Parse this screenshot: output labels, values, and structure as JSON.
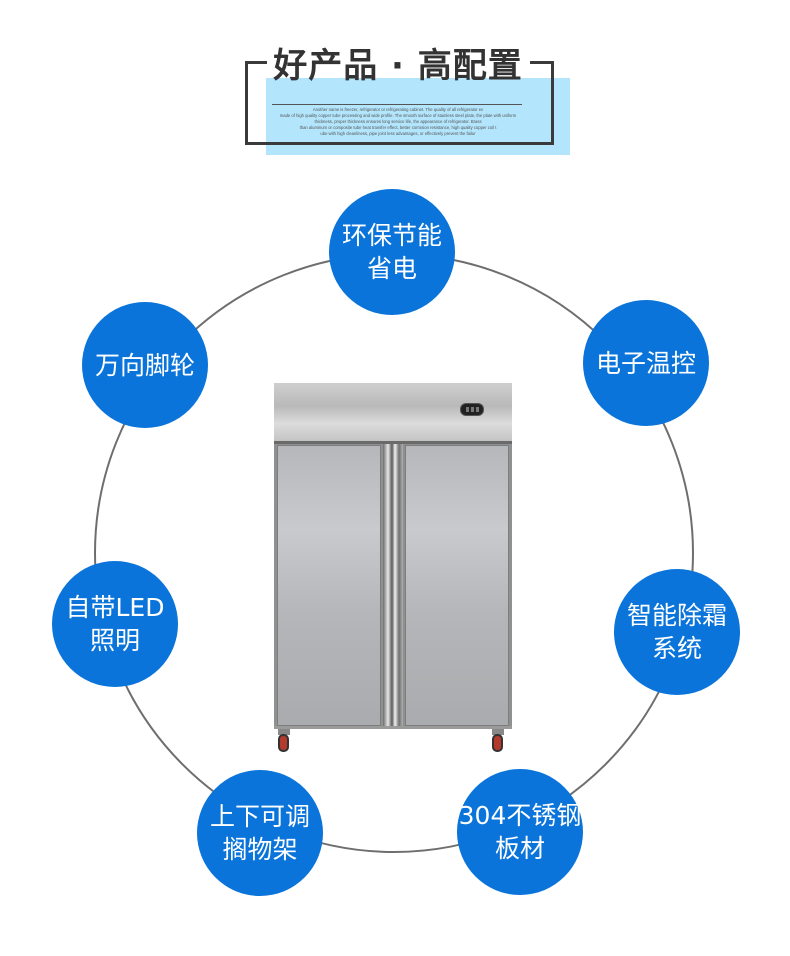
{
  "header": {
    "title": "好产品 · 高配置",
    "description_lines": [
      "Another name is freezer, refrigerator or refrigerating cabinet. The quality of all refrigerator ev",
      "made of high quality copper tube processing and wide profile. The smooth surface of stainless steel plate, the plate with uniform",
      "thickness, proper thickness ensures long service life, the appearance of refrigerator. Brass",
      "than aluminum or composite tube heat transfer effect, better corrosion resistance, high quality copper coil t",
      "ube with high cleanliness, pipe joint less advantages, or effectively prevent the failur"
    ]
  },
  "product": {
    "name": "stainless-steel-double-door-refrigerator"
  },
  "features": [
    {
      "lines": [
        "环保节能",
        "省电"
      ]
    },
    {
      "lines": [
        "电子温控"
      ]
    },
    {
      "lines": [
        "智能除霜",
        "系统"
      ]
    },
    {
      "lines": [
        "304不锈钢",
        "板材"
      ]
    },
    {
      "lines": [
        "上下可调",
        "搁物架"
      ]
    },
    {
      "lines": [
        "自带LED",
        "照明"
      ]
    },
    {
      "lines": [
        "万向脚轮"
      ]
    }
  ],
  "colors": {
    "bubble": "#0a74da",
    "highlight_box": "#b3e5fc",
    "title": "#333333",
    "ring": "#6e6e6e"
  }
}
